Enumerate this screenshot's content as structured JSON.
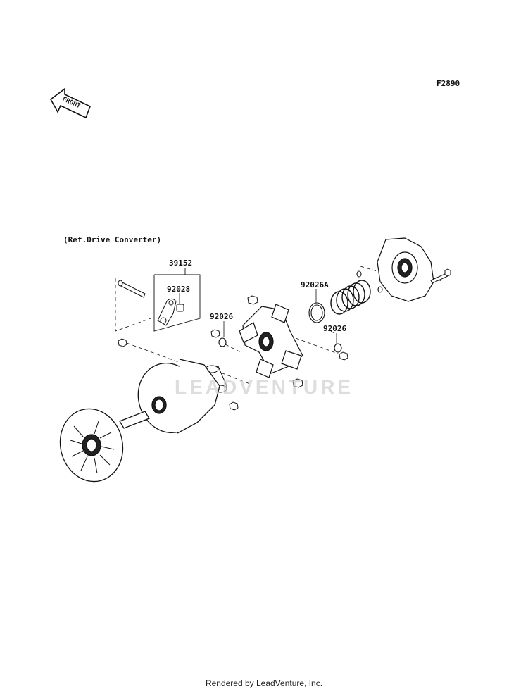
{
  "figure_code": "F2890",
  "front_label": "FRONT",
  "ref_note": "(Ref.Drive Converter)",
  "watermark": "LEADVENTURE",
  "parts": {
    "p39152": "39152",
    "p92028": "92028",
    "p92026_left": "92026",
    "p92026A": "92026A",
    "p92026_right": "92026"
  },
  "footer": "Rendered by LeadVenture, Inc."
}
